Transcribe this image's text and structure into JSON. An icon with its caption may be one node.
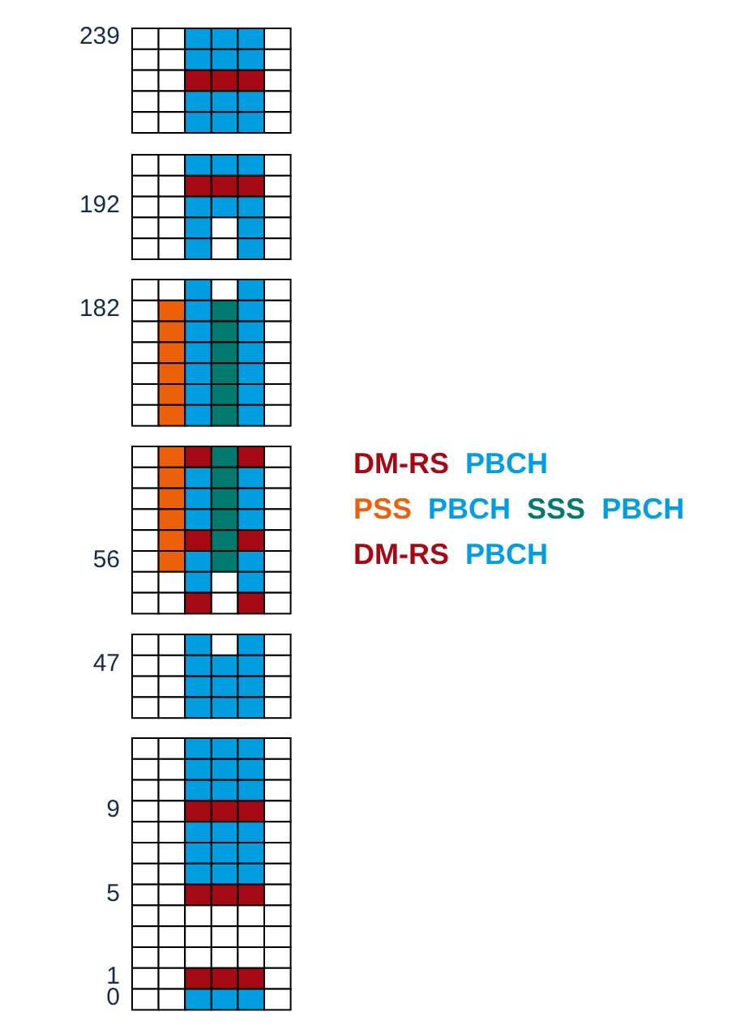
{
  "diagram": {
    "labels": [
      "239",
      "192",
      "182",
      "56",
      "47",
      "9",
      "5",
      "1",
      "0"
    ],
    "legend": [
      {
        "text": "DM-RS",
        "color": "#a50a14"
      },
      {
        "text": "PBCH",
        "color": "#009ee0"
      },
      {
        "text": "PSS",
        "color": "#eb6009"
      },
      {
        "text": "PBCH",
        "color": "#009ee0"
      },
      {
        "text": "SSS",
        "color": "#007a6e"
      },
      {
        "text": "PBCH",
        "color": "#009ee0"
      },
      {
        "text": "DM-RS",
        "color": "#a50a14"
      },
      {
        "text": "PBCH",
        "color": "#009ee0"
      }
    ]
  }
}
